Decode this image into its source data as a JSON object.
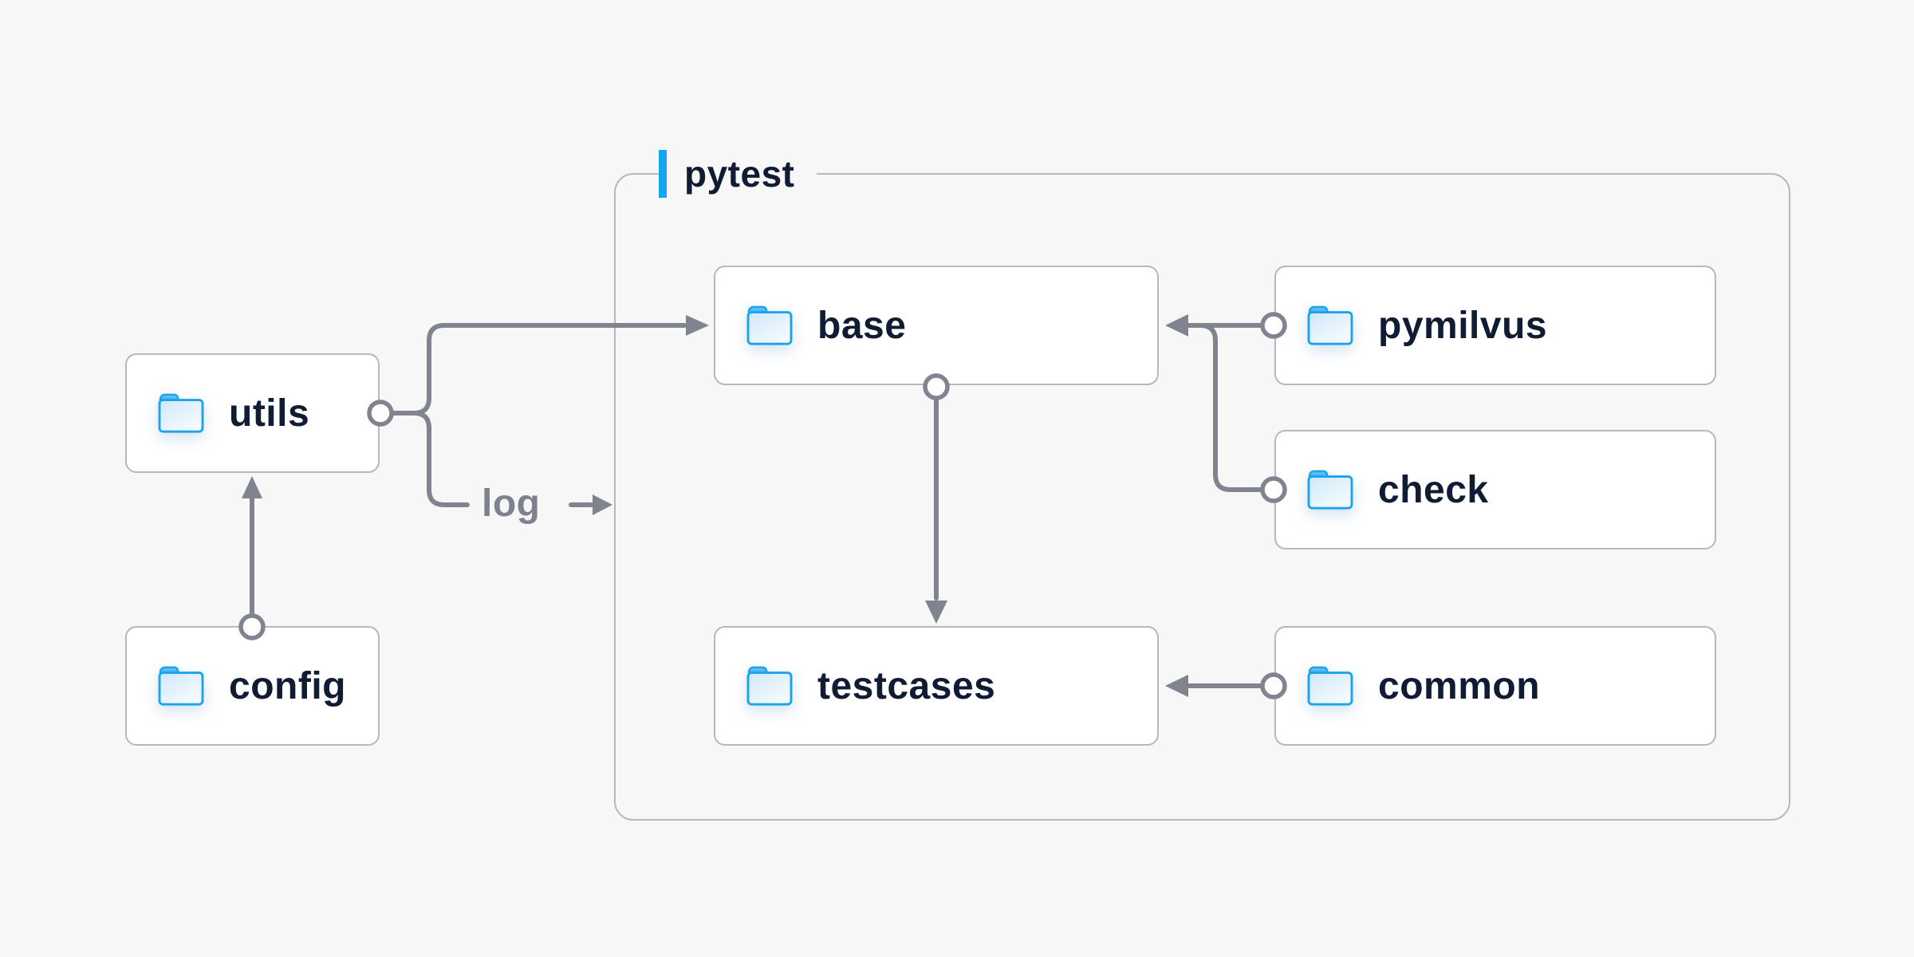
{
  "diagram": {
    "container": {
      "label": "pytest"
    },
    "nodes": [
      {
        "id": "utils",
        "label": "utils"
      },
      {
        "id": "config",
        "label": "config"
      },
      {
        "id": "base",
        "label": "base"
      },
      {
        "id": "pymilvus",
        "label": "pymilvus"
      },
      {
        "id": "check",
        "label": "check"
      },
      {
        "id": "testcases",
        "label": "testcases"
      },
      {
        "id": "common",
        "label": "common"
      }
    ],
    "edges": [
      {
        "from": "config",
        "to": "utils"
      },
      {
        "from": "utils",
        "to": "base"
      },
      {
        "from": "utils",
        "to": "pytest",
        "label": "log"
      },
      {
        "from": "base",
        "to": "testcases"
      },
      {
        "from": "pymilvus",
        "to": "base"
      },
      {
        "from": "check",
        "to": "base"
      },
      {
        "from": "common",
        "to": "testcases"
      }
    ],
    "colors": {
      "background": "#f7f7f8",
      "node_fill": "#ffffff",
      "node_border": "#b5b7c1",
      "text": "#0f1c33",
      "connector": "#80848f",
      "accent_blue": "#14a5f0",
      "folder_blue": "#1da2ee"
    }
  }
}
